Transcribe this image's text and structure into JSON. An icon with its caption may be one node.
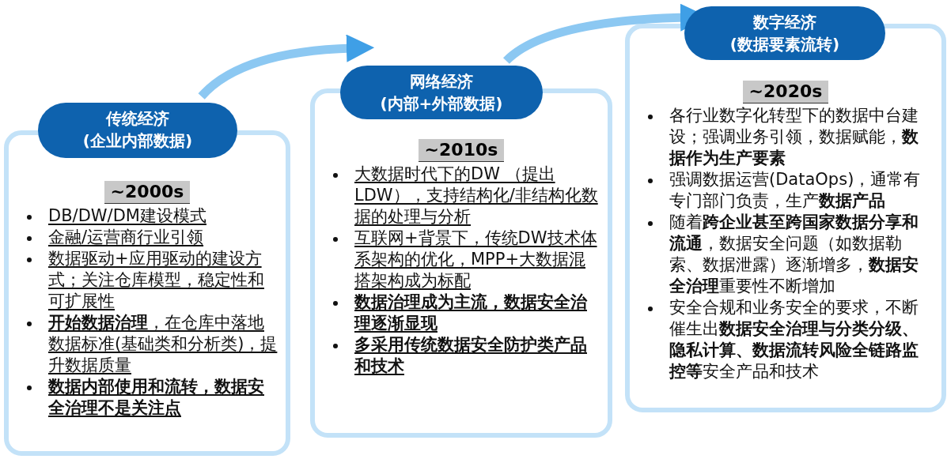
{
  "diagram": {
    "nodes": [
      {
        "text": [
          "传统经济",
          "(企业内部数据)"
        ]
      },
      {
        "text": [
          "~2000s",
          "DB/DW/DM建设模式",
          "金融/运营商行业引领",
          "数据驱动+应用驱动的建设方式；关注仓库模型，稳定性和可扩展性",
          "**开始数据治理**，在仓库中落地数据标准(基础类和分析类)，提升数据质量",
          "数据内部使用和流转，数据安全治理不是关注点"
        ]
      },
      {
        "text": [
          "网络经济",
          "(内部+外部数据)"
        ]
      },
      {
        "text": [
          "~2010s",
          "大数据时代下的DW （提出LDW），支持结构化/非结构化数据的处理与分析",
          "互联网+背景下，传统DW技术体系架构的优化，MPP+大数据混搭架构成为标配",
          "数据治理成为主流，数据安全治理逐渐显现",
          "多采用传统数据安全防护类产品和技术"
        ]
      },
      {
        "text": [
          "数字经济",
          "(数据要素流转)"
        ]
      },
      {
        "text": [
          "~2020s",
          "各行业数字化转型下的数据中台建设；强调业务引领，数据赋能，**数据作为生产要素**",
          "强调数据运营(DataOps)，通常有专门部门负责，生产**数据产品**",
          "随着**跨企业甚至跨国家数据分享和流通**，数据安全问题（如数据勒索、数据泄露）逐渐增多，**数据安全治理**重要性不断增加",
          "安全合规和业务安全的要求，不断催生出**数据安全治理与分类分级、隐私计算、数据流转风险全链路监控等**安全产品和技术"
        ]
      }
    ],
    "edges": [
      {
        "from": 0,
        "to": 2,
        "arrow": "to"
      },
      {
        "from": 2,
        "to": 4,
        "arrow": "to"
      }
    ]
  }
}
